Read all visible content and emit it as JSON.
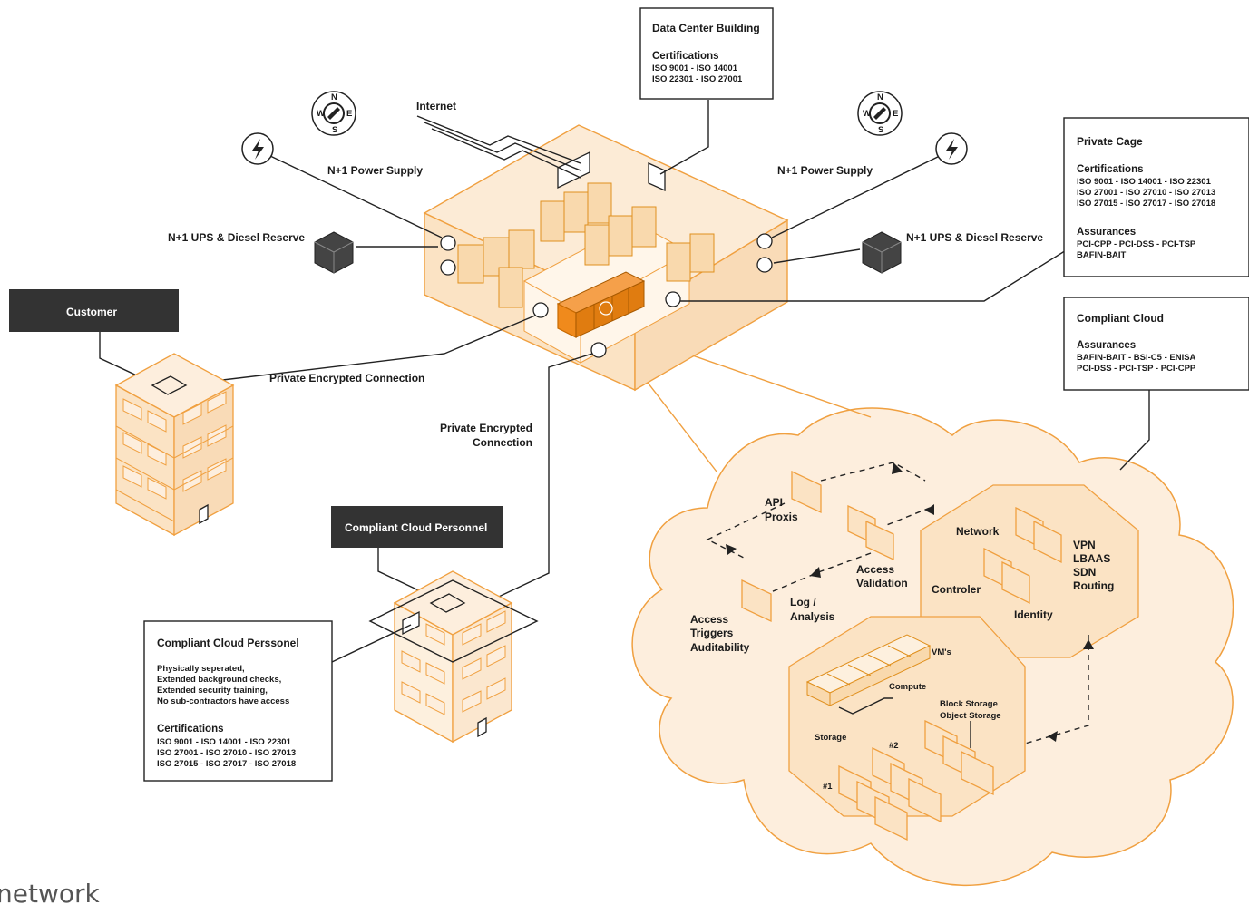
{
  "labels": {
    "internet": "Internet",
    "power_left": "N+1 Power Supply",
    "power_right": "N+1 Power Supply",
    "ups_left": "N+1 UPS & Diesel Reserve",
    "ups_right": "N+1 UPS & Diesel Reserve",
    "private_conn_1": "Private Encrypted Connection",
    "private_conn_2_line1": "Private Encrypted",
    "private_conn_2_line2": "Connection"
  },
  "dark_boxes": {
    "customer": "Customer",
    "personnel": "Compliant Cloud Personnel"
  },
  "data_center_box": {
    "title": "Data Center Building",
    "cert_heading": "Certifications",
    "cert_lines": [
      "ISO 9001 - ISO 14001",
      "ISO 22301 - ISO 27001"
    ]
  },
  "private_cage_box": {
    "title": "Private Cage",
    "cert_heading": "Certifications",
    "cert_lines": [
      "ISO 9001 - ISO 14001 - ISO 22301",
      "ISO 27001 - ISO 27010 - ISO 27013",
      "ISO 27015 - ISO 27017 - ISO 27018"
    ],
    "assur_heading": "Assurances",
    "assur_lines": [
      "PCI-CPP - PCI-DSS - PCI-TSP",
      "BAFIN-BAIT"
    ]
  },
  "compliant_cloud_box": {
    "title": "Compliant Cloud",
    "assur_heading": "Assurances",
    "assur_lines": [
      "BAFIN-BAIT - BSI-C5 - ENISA",
      "PCI-DSS - PCI-TSP - PCI-CPP"
    ]
  },
  "personnel_box": {
    "title": "Compliant Cloud Perssonel",
    "desc_lines": [
      "Physically seperated,",
      "Extended background checks,",
      "Extended security training,",
      "No sub-contractors have access"
    ],
    "cert_heading": "Certifications",
    "cert_lines": [
      "ISO 9001 - ISO 14001 - ISO 22301",
      "ISO 27001 - ISO 27010 - ISO 27013",
      "ISO 27015 - ISO 27017 - ISO 27018"
    ]
  },
  "cloud_labels": {
    "api_line1": "API",
    "api_line2": "Proxis",
    "access_val_line1": "Access",
    "access_val_line2": "Validation",
    "log_line1": "Log /",
    "log_line2": "Analysis",
    "triggers_line1": "Access",
    "triggers_line2": "Triggers",
    "triggers_line3": "Auditability",
    "network": "Network",
    "controler": "Controler",
    "identity": "Identity",
    "vpn": "VPN",
    "lbaas": "LBAAS",
    "sdn": "SDN",
    "routing": "Routing",
    "vms": "VM's",
    "compute": "Compute",
    "block_storage": "Block Storage",
    "object_storage": "Object Storage",
    "storage": "Storage",
    "num1": "#1",
    "num2": "#2"
  },
  "compass": {
    "n": "N",
    "s": "S",
    "e": "E",
    "w": "W"
  },
  "wordmark": "network",
  "colors": {
    "accent": "#f08a1c",
    "light_fill": "#fbe3c4",
    "dark_box": "#333333"
  }
}
